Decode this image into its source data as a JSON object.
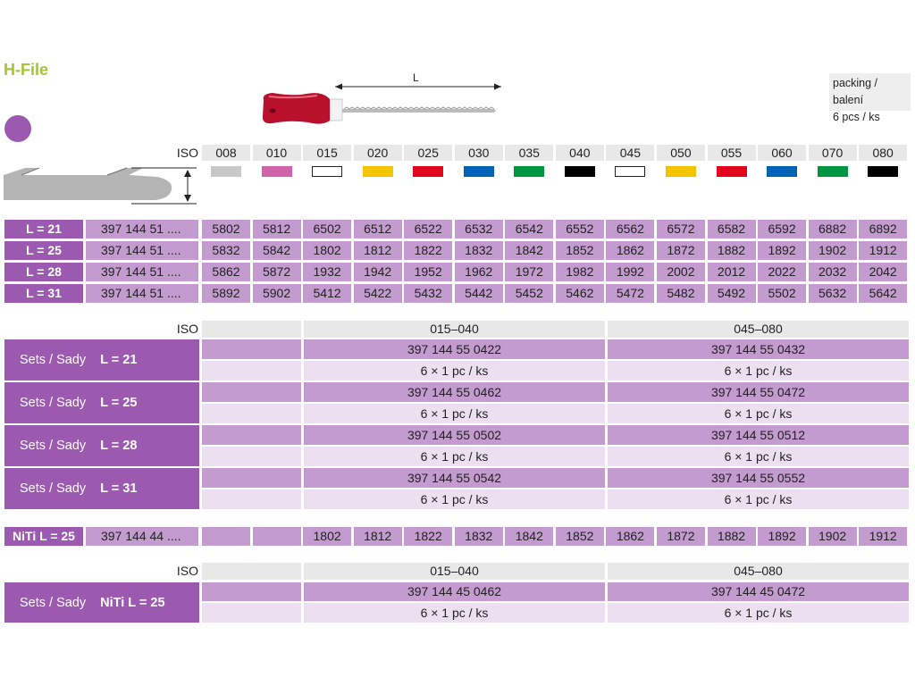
{
  "title": "H-File",
  "length_label": "L",
  "packing": {
    "line1": "packing / balení",
    "line2": "6 pcs / ks"
  },
  "iso_label": "ISO",
  "sizes": [
    {
      "iso": "008",
      "color": "#c8c8c8"
    },
    {
      "iso": "010",
      "color": "#d064a8"
    },
    {
      "iso": "015",
      "color": "#ffffff"
    },
    {
      "iso": "020",
      "color": "#f5c400"
    },
    {
      "iso": "025",
      "color": "#e3051b"
    },
    {
      "iso": "030",
      "color": "#0063b6"
    },
    {
      "iso": "035",
      "color": "#009540"
    },
    {
      "iso": "040",
      "color": "#000000"
    },
    {
      "iso": "045",
      "color": "#ffffff"
    },
    {
      "iso": "050",
      "color": "#f5c400"
    },
    {
      "iso": "055",
      "color": "#e3051b"
    },
    {
      "iso": "060",
      "color": "#0063b6"
    },
    {
      "iso": "070",
      "color": "#009540"
    },
    {
      "iso": "080",
      "color": "#000000"
    }
  ],
  "length_rows": [
    {
      "label": "L = 21",
      "article": "397 144 51 ....",
      "values": [
        "5802",
        "5812",
        "6502",
        "6512",
        "6522",
        "6532",
        "6542",
        "6552",
        "6562",
        "6572",
        "6582",
        "6592",
        "6882",
        "6892"
      ]
    },
    {
      "label": "L = 25",
      "article": "397 144 51 ....",
      "values": [
        "5832",
        "5842",
        "1802",
        "1812",
        "1822",
        "1832",
        "1842",
        "1852",
        "1862",
        "1872",
        "1882",
        "1892",
        "1902",
        "1912"
      ]
    },
    {
      "label": "L = 28",
      "article": "397 144 51 ....",
      "values": [
        "5862",
        "5872",
        "1932",
        "1942",
        "1952",
        "1962",
        "1972",
        "1982",
        "1992",
        "2002",
        "2012",
        "2022",
        "2032",
        "2042"
      ]
    },
    {
      "label": "L = 31",
      "article": "397 144 51 ....",
      "values": [
        "5892",
        "5902",
        "5412",
        "5422",
        "5432",
        "5442",
        "5452",
        "5462",
        "5472",
        "5482",
        "5492",
        "5502",
        "5632",
        "5642"
      ]
    }
  ],
  "sets": {
    "iso_label": "ISO",
    "range_a": "015–040",
    "range_b": "045–080",
    "rows": [
      {
        "name": "Sets / Sady",
        "length": "L = 21",
        "code_a": "397 144 55 0422",
        "code_b": "397 144 55 0432",
        "pack": "6 × 1 pc / ks"
      },
      {
        "name": "Sets / Sady",
        "length": "L = 25",
        "code_a": "397 144 55 0462",
        "code_b": "397 144 55 0472",
        "pack": "6 × 1 pc / ks"
      },
      {
        "name": "Sets / Sady",
        "length": "L = 28",
        "code_a": "397 144 55 0502",
        "code_b": "397 144 55 0512",
        "pack": "6 × 1 pc / ks"
      },
      {
        "name": "Sets / Sady",
        "length": "L = 31",
        "code_a": "397 144 55 0542",
        "code_b": "397 144 55 0552",
        "pack": "6 × 1 pc / ks"
      }
    ]
  },
  "niti_row": {
    "label": "NiTi  L = 25",
    "article": "397 144 44 ....",
    "values": [
      "",
      "",
      "1802",
      "1812",
      "1822",
      "1832",
      "1842",
      "1852",
      "1862",
      "1872",
      "1882",
      "1892",
      "1902",
      "1912"
    ]
  },
  "niti_sets": {
    "iso_label": "ISO",
    "range_a": "015–040",
    "range_b": "045–080",
    "name": "Sets / Sady",
    "length": "NiTi  L = 25",
    "code_a": "397 144 45 0462",
    "code_b": "397 144 45 0472",
    "pack": "6 × 1 pc / ks"
  }
}
